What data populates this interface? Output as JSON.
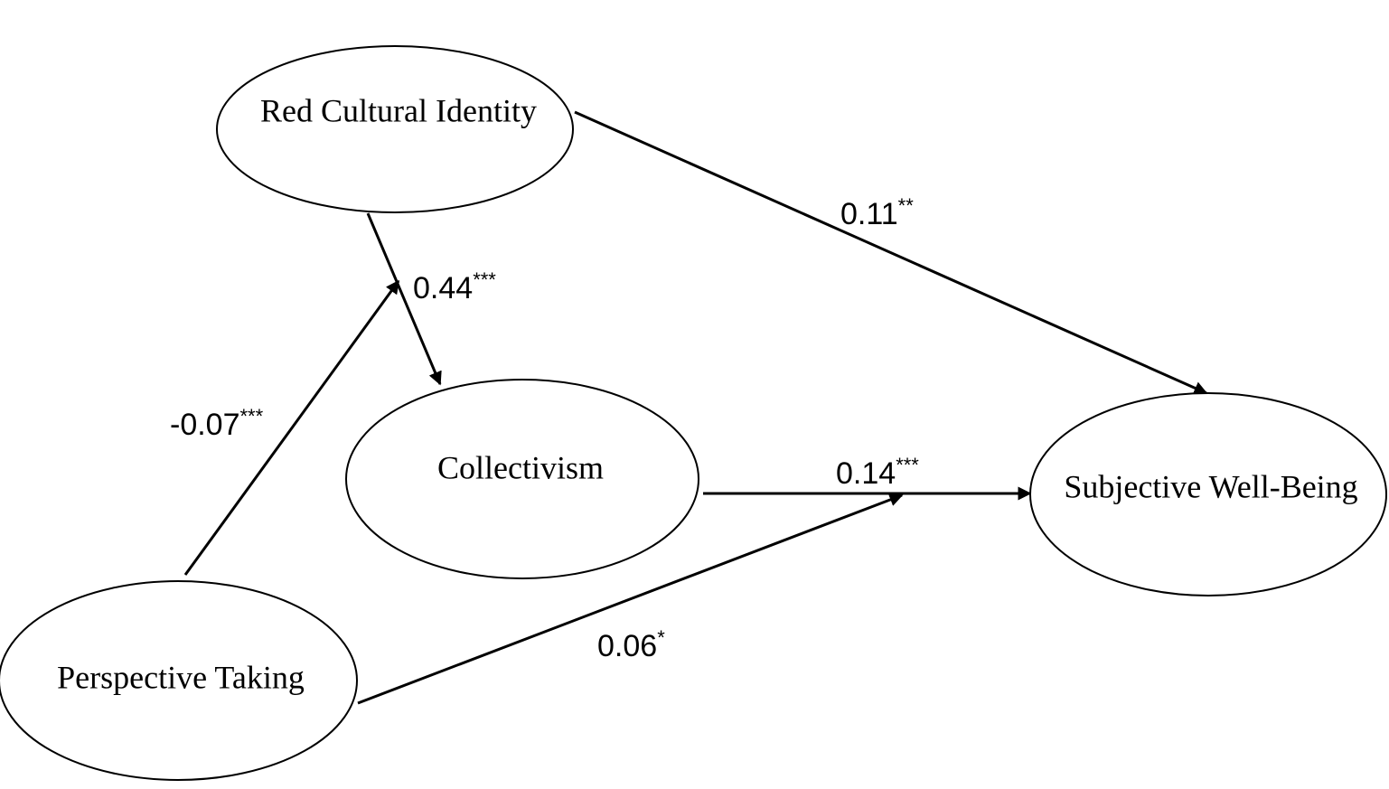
{
  "nodes": {
    "red_cultural_identity": {
      "label": "Red Cultural Identity"
    },
    "collectivism": {
      "label": "Collectivism"
    },
    "subjective_well_being": {
      "label": "Subjective Well-Being"
    },
    "perspective_taking": {
      "label": "Perspective Taking"
    }
  },
  "edges": {
    "rci_to_collectivism": {
      "from": "Red Cultural Identity",
      "to": "Collectivism",
      "coefficient": "0.44",
      "significance": "***"
    },
    "rci_to_swb": {
      "from": "Red Cultural Identity",
      "to": "Subjective Well-Being",
      "coefficient": "0.11",
      "significance": "**"
    },
    "collectivism_to_swb": {
      "from": "Collectivism",
      "to": "Subjective Well-Being",
      "coefficient": "0.14",
      "significance": "***"
    },
    "pt_moderates_rci_path": {
      "from": "Perspective Taking",
      "to": "Red Cultural Identity → Collectivism path",
      "coefficient": "-0.07",
      "significance": "***"
    },
    "pt_moderates_collectivism_path": {
      "from": "Perspective Taking",
      "to": "Collectivism → Subjective Well-Being path",
      "coefficient": "0.06",
      "significance": "*"
    }
  }
}
